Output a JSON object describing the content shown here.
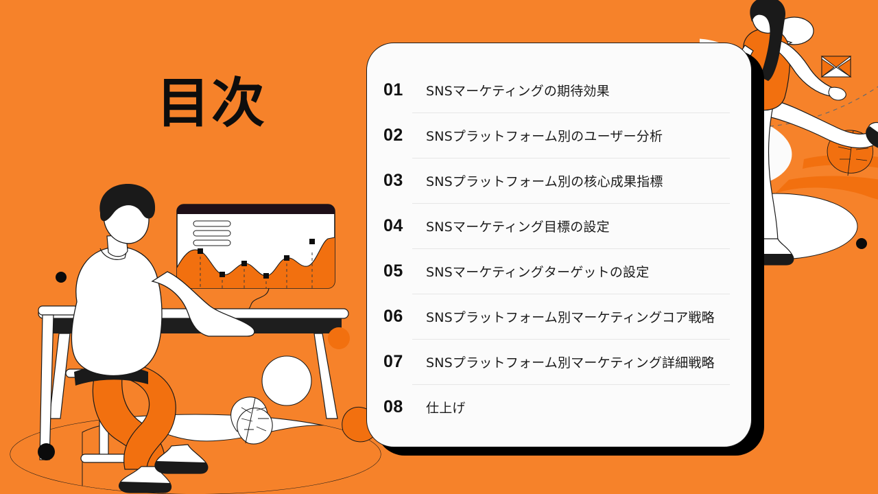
{
  "slide": {
    "title": "目次",
    "background_color": "#F6822A",
    "accent_color": "#F2700F",
    "ink_color": "#111111",
    "card_color": "#FBFBFB",
    "separator_color": "#E6E6E6"
  },
  "toc": {
    "items": [
      {
        "number": "01",
        "label": "SNSマーケティングの期待効果"
      },
      {
        "number": "02",
        "label": "SNSプラットフォーム別のユーザー分析"
      },
      {
        "number": "03",
        "label": "SNSプラットフォーム別の核心成果指標"
      },
      {
        "number": "04",
        "label": "SNSマーケティング目標の設定"
      },
      {
        "number": "05",
        "label": "SNSマーケティングターゲットの設定"
      },
      {
        "number": "06",
        "label": "SNSプラットフォーム別マーケティングコア戦略"
      },
      {
        "number": "07",
        "label": "SNSプラットフォーム別マーケティング詳細戦略"
      },
      {
        "number": "08",
        "label": "仕上げ"
      }
    ]
  },
  "illustrations": {
    "left": {
      "name": "person-at-desk-with-analytics-monitor",
      "elements": [
        "seated-person",
        "stool",
        "desk",
        "monitor",
        "area-chart",
        "plant",
        "ground-ellipse"
      ]
    },
    "right": {
      "name": "walking-woman-with-message-icons",
      "elements": [
        "walking-woman",
        "speech-bubble",
        "envelope-icon",
        "paper-plane-cursor",
        "dashed-path",
        "bushes",
        "ground-ellipse"
      ]
    }
  }
}
